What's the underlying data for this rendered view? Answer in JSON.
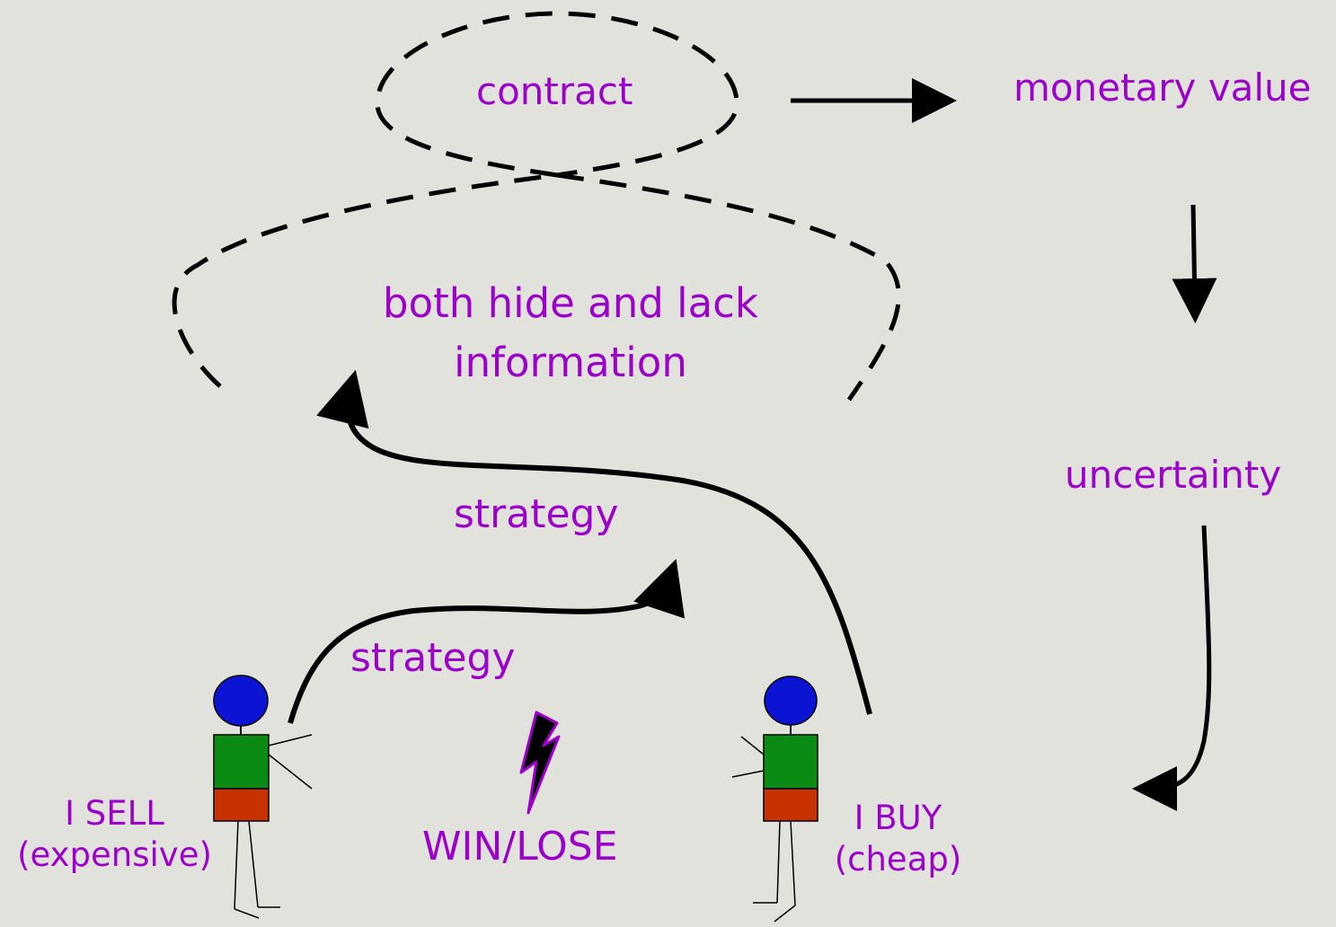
{
  "labels": {
    "contract": "contract",
    "monetary_value": "monetary value",
    "info_line1": "both hide and lack",
    "info_line2": "information",
    "uncertainty": "uncertainty",
    "strategy_upper": "strategy",
    "strategy_lower": "strategy",
    "seller_line1": "I SELL",
    "seller_line2": "(expensive)",
    "buyer_line1": "I BUY",
    "buyer_line2": "(cheap)",
    "outcome": "WIN/LOSE"
  },
  "colors": {
    "background": "#e2e2dd",
    "text": "#9b00c8",
    "head": "#0a14d2",
    "torso": "#0a8c14",
    "legs_block": "#c83200",
    "line": "#000000",
    "lightning_outline": "#9b00c8"
  }
}
